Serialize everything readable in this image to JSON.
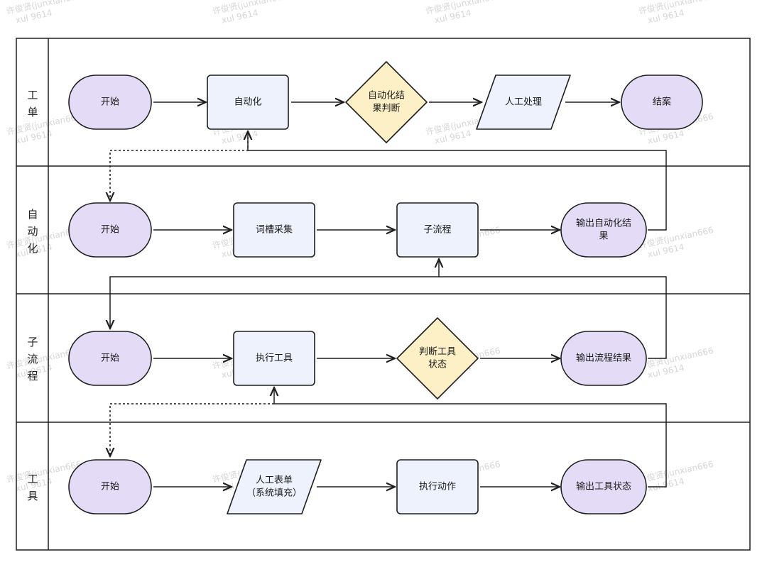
{
  "watermark": {
    "line1": "许俊贤(junxian666",
    "line2": "xul 9614"
  },
  "lanes": [
    {
      "id": "gongdan",
      "label_chars": [
        "工",
        "单"
      ]
    },
    {
      "id": "zidonghua",
      "label_chars": [
        "自",
        "动",
        "化"
      ]
    },
    {
      "id": "ziliucheng",
      "label_chars": [
        "子",
        "流",
        "程"
      ]
    },
    {
      "id": "gongju",
      "label_chars": [
        "工",
        "具"
      ]
    }
  ],
  "nodes": {
    "gd_start": {
      "shape": "terminal",
      "lines": [
        "开始"
      ]
    },
    "gd_auto": {
      "shape": "process",
      "lines": [
        "自动化"
      ]
    },
    "gd_decide": {
      "shape": "decision",
      "lines": [
        "自动化结",
        "果判断"
      ]
    },
    "gd_manual": {
      "shape": "parallelogram",
      "lines": [
        "人工处理"
      ]
    },
    "gd_close": {
      "shape": "terminal",
      "lines": [
        "结案"
      ]
    },
    "zd_start": {
      "shape": "terminal",
      "lines": [
        "开始"
      ]
    },
    "zd_collect": {
      "shape": "process",
      "lines": [
        "词槽采集"
      ]
    },
    "zd_sub": {
      "shape": "process",
      "lines": [
        "子流程"
      ]
    },
    "zd_output": {
      "shape": "terminal",
      "lines": [
        "输出自动化结",
        "果"
      ]
    },
    "zl_start": {
      "shape": "terminal",
      "lines": [
        "开始"
      ]
    },
    "zl_exec": {
      "shape": "process",
      "lines": [
        "执行工具"
      ]
    },
    "zl_decide": {
      "shape": "decision",
      "lines": [
        "判断工具",
        "状态"
      ]
    },
    "zl_output": {
      "shape": "terminal",
      "lines": [
        "输出流程结果"
      ]
    },
    "gj_start": {
      "shape": "terminal",
      "lines": [
        "开始"
      ]
    },
    "gj_form": {
      "shape": "parallelogram",
      "lines": [
        "人工表单",
        "（系统填充）"
      ]
    },
    "gj_action": {
      "shape": "process",
      "lines": [
        "执行动作"
      ]
    },
    "gj_output": {
      "shape": "terminal",
      "lines": [
        "输出工具状态"
      ]
    }
  },
  "colors": {
    "terminal_fill": "#e4dcf7",
    "process_fill": "#eef2fd",
    "decision_fill": "#fdefc6",
    "parallelogram_fill": "#eef2fd",
    "stroke": "#1e1e1e",
    "lane_border": "#1e1e1e"
  }
}
